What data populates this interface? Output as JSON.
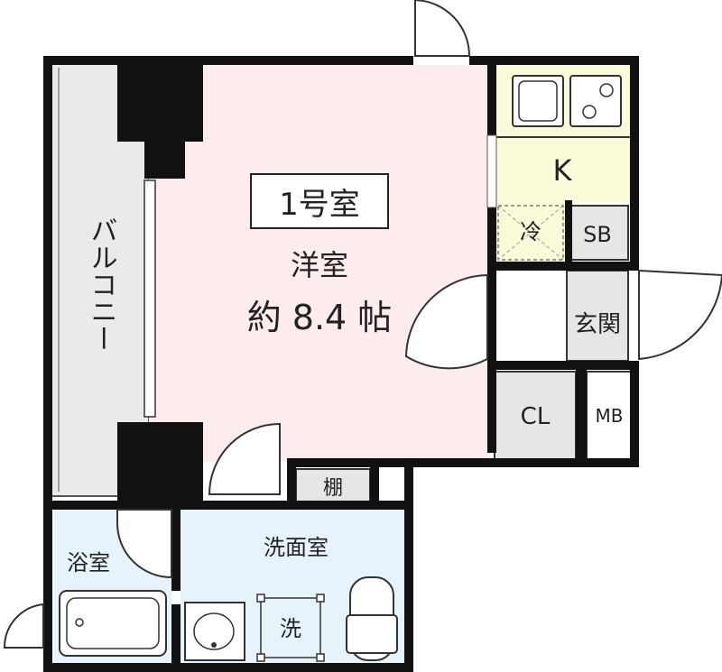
{
  "room_number": "1号室",
  "rooms": {
    "western": "洋室",
    "western_size": "約 8.4 帖",
    "balcony": "バルコニー",
    "kitchen": "K",
    "fridge": "冷",
    "shoe_box": "SB",
    "entrance": "玄関",
    "closet": "CL",
    "meter_box": "MB",
    "shelf": "棚",
    "washroom": "洗面室",
    "bath": "浴室",
    "washer": "洗"
  },
  "colors": {
    "western": "#fdecee",
    "kitchen": "#fbfbd9",
    "wet_area": "#e6f3fb",
    "gray_room": "#e6e6e6",
    "balcony": "#eaeaea",
    "wall": "#111111"
  }
}
